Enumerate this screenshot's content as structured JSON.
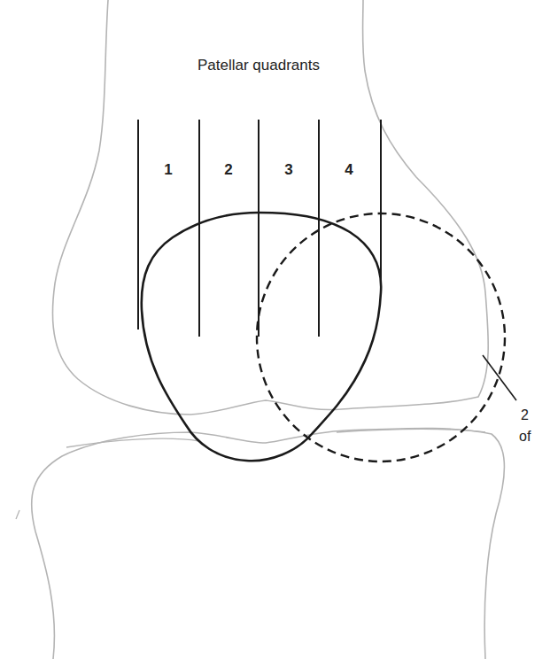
{
  "diagram": {
    "title": "Patellar quadrants",
    "labels": [
      "1",
      "2",
      "3",
      "4",
      "2",
      "of"
    ]
  }
}
